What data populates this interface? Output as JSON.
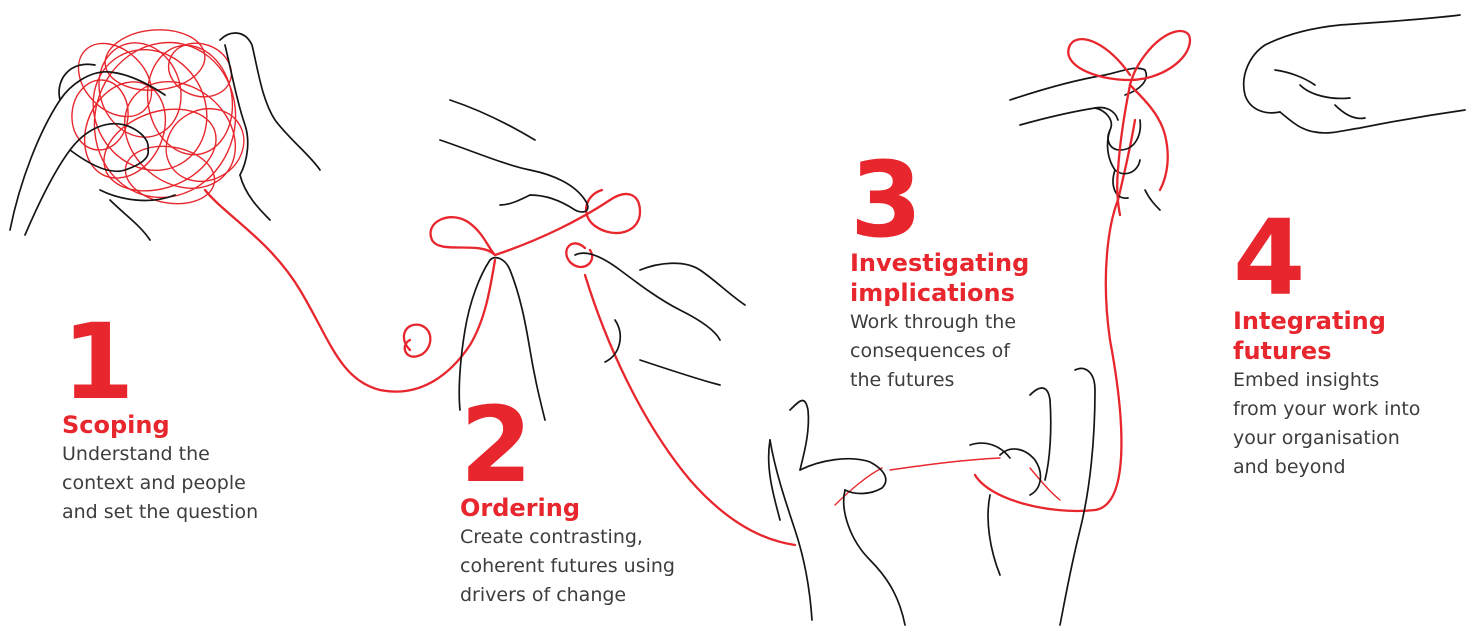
{
  "colors": {
    "accent": "#e8262d",
    "ink": "#151515",
    "text": "#3d3d3d",
    "background": "#ffffff"
  },
  "steps": [
    {
      "number": "1",
      "title_lines": [
        "Scoping"
      ],
      "desc_lines": [
        "Understand the",
        "context and people",
        "and set the question"
      ]
    },
    {
      "number": "2",
      "title_lines": [
        "Ordering"
      ],
      "desc_lines": [
        "Create contrasting,",
        "coherent futures using",
        "drivers of change"
      ]
    },
    {
      "number": "3",
      "title_lines": [
        "Investigating",
        "implications"
      ],
      "desc_lines": [
        "Work through the",
        "consequences of",
        "the futures"
      ]
    },
    {
      "number": "4",
      "title_lines": [
        "Integrating",
        "futures"
      ],
      "desc_lines": [
        "Embed insights",
        "from your work into",
        "your organisation",
        "and beyond"
      ]
    }
  ],
  "illustrations": {
    "step1": "hands-holding-tangled-thread-illustration",
    "step2": "hands-looping-thread-illustration",
    "step3": "hands-stretching-thread-illustration",
    "step4": "hands-tying-bow-illustration"
  }
}
